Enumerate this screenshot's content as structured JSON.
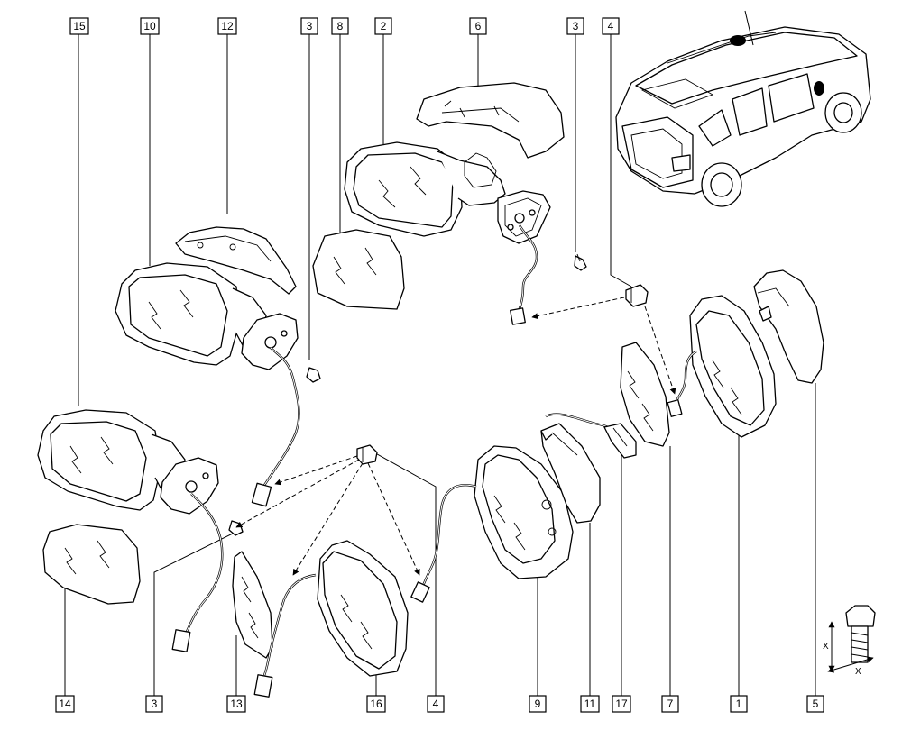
{
  "callouts_top": [
    "15",
    "10",
    "12",
    "3",
    "8",
    "2",
    "6",
    "3",
    "4"
  ],
  "callouts_bottom": [
    "14",
    "3",
    "13",
    "16",
    "4",
    "9",
    "11",
    "17",
    "7",
    "1",
    "5"
  ],
  "fastener_dimension_label": "X"
}
